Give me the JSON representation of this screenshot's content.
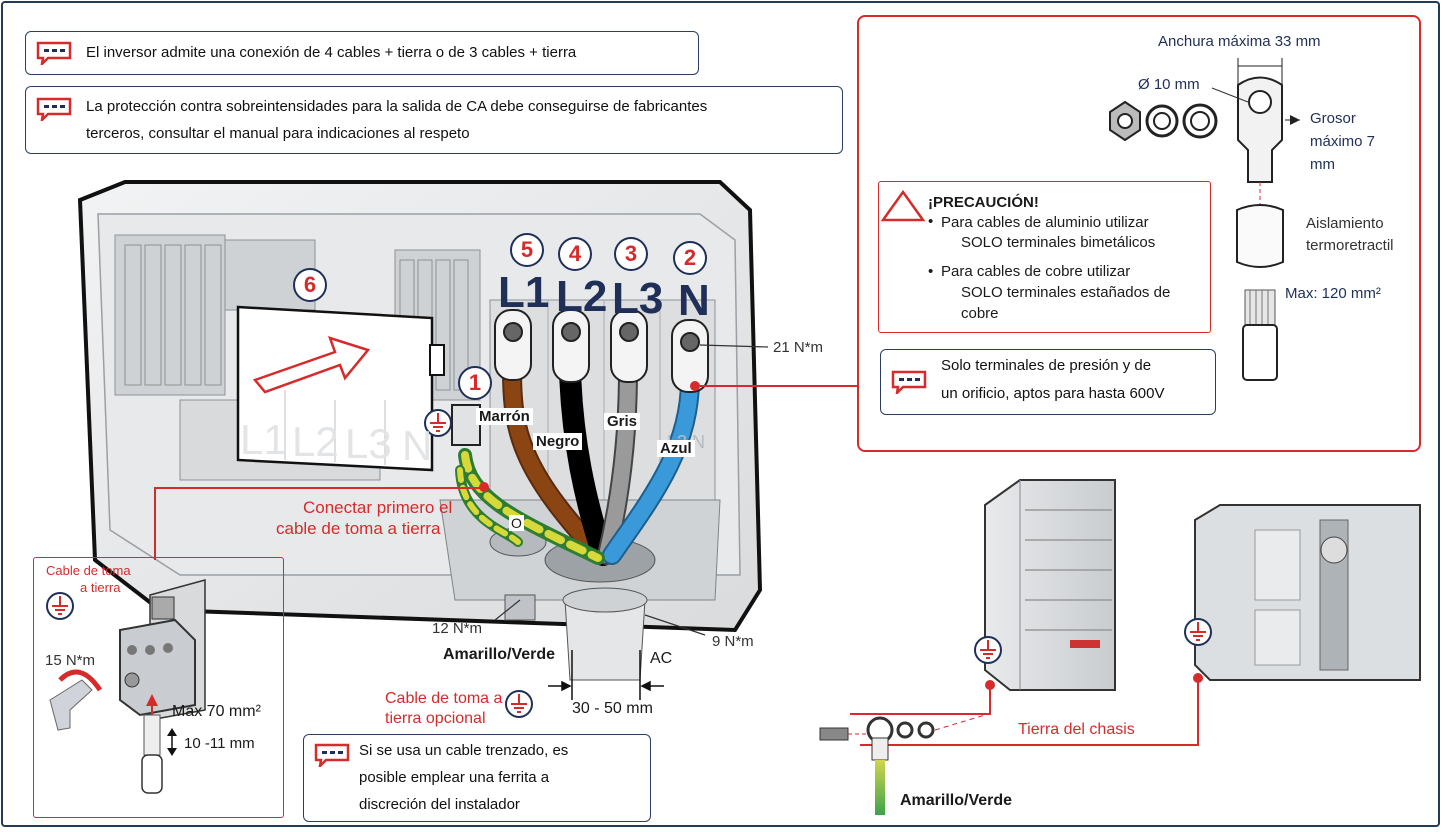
{
  "notes": {
    "n1": "El inversor admite una conexión de 4 cables + tierra o de 3 cables + tierra",
    "n2_line1": "La protección contra sobreintensidades para la salida de CA debe conseguirse de fabricantes",
    "n2_line2": "terceros, consultar el manual para indicaciones al respeto",
    "n3_line1": "Solo terminales de presión y de",
    "n3_line2": "un orificio, aptos para hasta 600V",
    "n4_line1": "Si se usa un cable trenzado, es",
    "n4_line2": "posible emplear una ferrita a",
    "n4_line3": "discreción del instalador"
  },
  "lug_detail": {
    "max_width": "Anchura máxima 33 mm",
    "diameter": "Ø 10 mm",
    "thickness_line1": "Grosor",
    "thickness_line2": "máximo 7",
    "thickness_line3": "mm",
    "insulation_line1": "Aislamiento",
    "insulation_line2": "termoretractil",
    "max_section": "Max: 120 mm²"
  },
  "caution": {
    "title": "¡PRECAUCIÓN!",
    "b1_line1": "Para cables de aluminio utilizar",
    "b1_line2": "SOLO terminales bimetálicos",
    "b2_line1": "Para cables de cobre utilizar",
    "b2_line2": "SOLO terminales estañados de",
    "b2_line3": "cobre"
  },
  "callouts": {
    "c1": "1",
    "c2": "2",
    "c3": "3",
    "c4": "4",
    "c5": "5",
    "c6": "6"
  },
  "terminals": {
    "l1": "L1",
    "l2": "L2",
    "l3": "L3",
    "n": "N"
  },
  "board_labels": {
    "l1": "L1",
    "l2": "L2",
    "l3": "L3",
    "n": "N",
    "small": "L3 N"
  },
  "wires": {
    "brown": "Marrón",
    "black": "Negro",
    "grey": "Gris",
    "blue": "Azul",
    "or": "O"
  },
  "torques": {
    "terminal": "21 N*m",
    "gland_small": "12 N*m",
    "gland_large": "9 N*m",
    "ground_clamp": "15 N*m"
  },
  "ground": {
    "connect_first_line1": "Conectar primero el",
    "connect_first_line2": "cable de toma a tierra",
    "cable_line1": "Cable de toma",
    "cable_line2": "a tierra",
    "max_section": "Max 70 mm²",
    "strip_length": "10 -11 mm",
    "yellow_green": "Amarillo/Verde",
    "optional_line1": "Cable de toma a",
    "optional_line2": "tierra opcional"
  },
  "ac": {
    "label": "AC",
    "diameter": "30 - 50 mm"
  },
  "chassis": {
    "label": "Tierra del chasis",
    "cable": "Amarillo/Verde"
  },
  "colors": {
    "accent_red": "#d62b2b",
    "navy": "#1f2f57",
    "brown": "#8b4513",
    "blue": "#3a9ad9",
    "grey": "#8c8c8c"
  }
}
